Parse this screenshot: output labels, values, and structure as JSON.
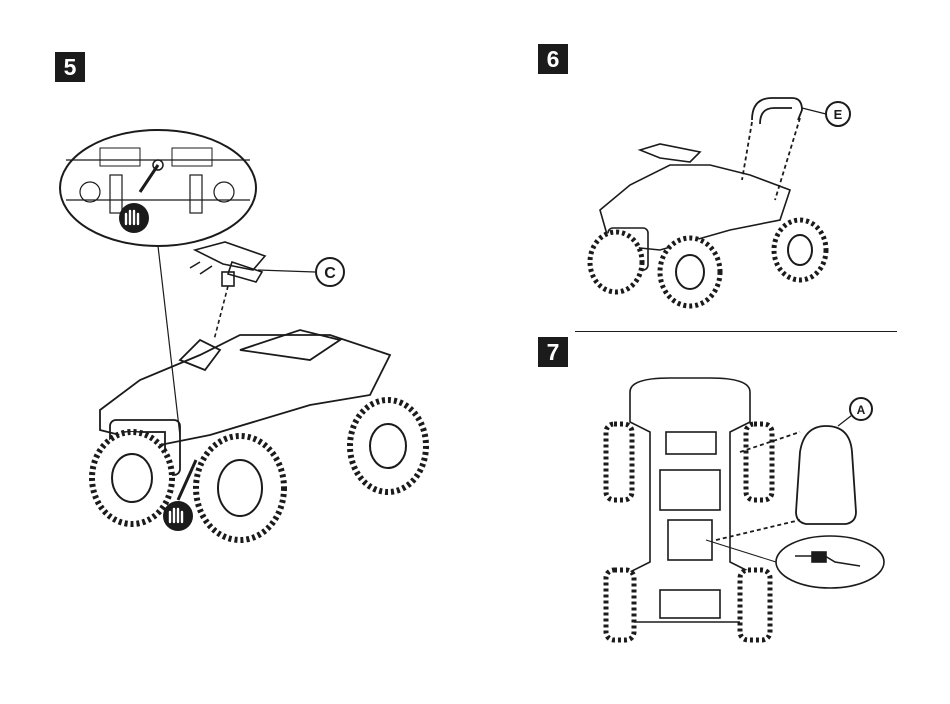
{
  "steps": [
    {
      "number": "5",
      "callout": "C"
    },
    {
      "number": "6",
      "callout": "E"
    },
    {
      "number": "7",
      "callout": "A"
    }
  ],
  "colors": {
    "ink": "#1b1b1b",
    "paper": "#ffffff"
  },
  "icons": [
    "hand-stop-icon"
  ]
}
